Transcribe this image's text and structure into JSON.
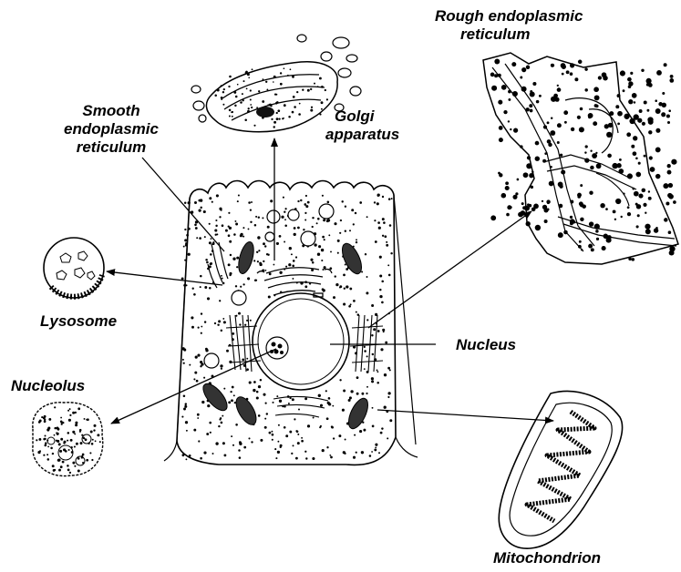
{
  "labels": {
    "rough_er": [
      "Rough endoplasmic",
      "reticulum"
    ],
    "golgi": [
      "Golgi",
      "apparatus"
    ],
    "smooth_er": [
      "Smooth",
      "endoplasmic",
      "reticulum"
    ],
    "lysosome": "Lysosome",
    "nucleus": "Nucleus",
    "nucleolus": "Nucleolus",
    "mitochondrion": "Mitochondrion"
  },
  "colors": {
    "ink": "#000000",
    "paper": "#ffffff"
  }
}
